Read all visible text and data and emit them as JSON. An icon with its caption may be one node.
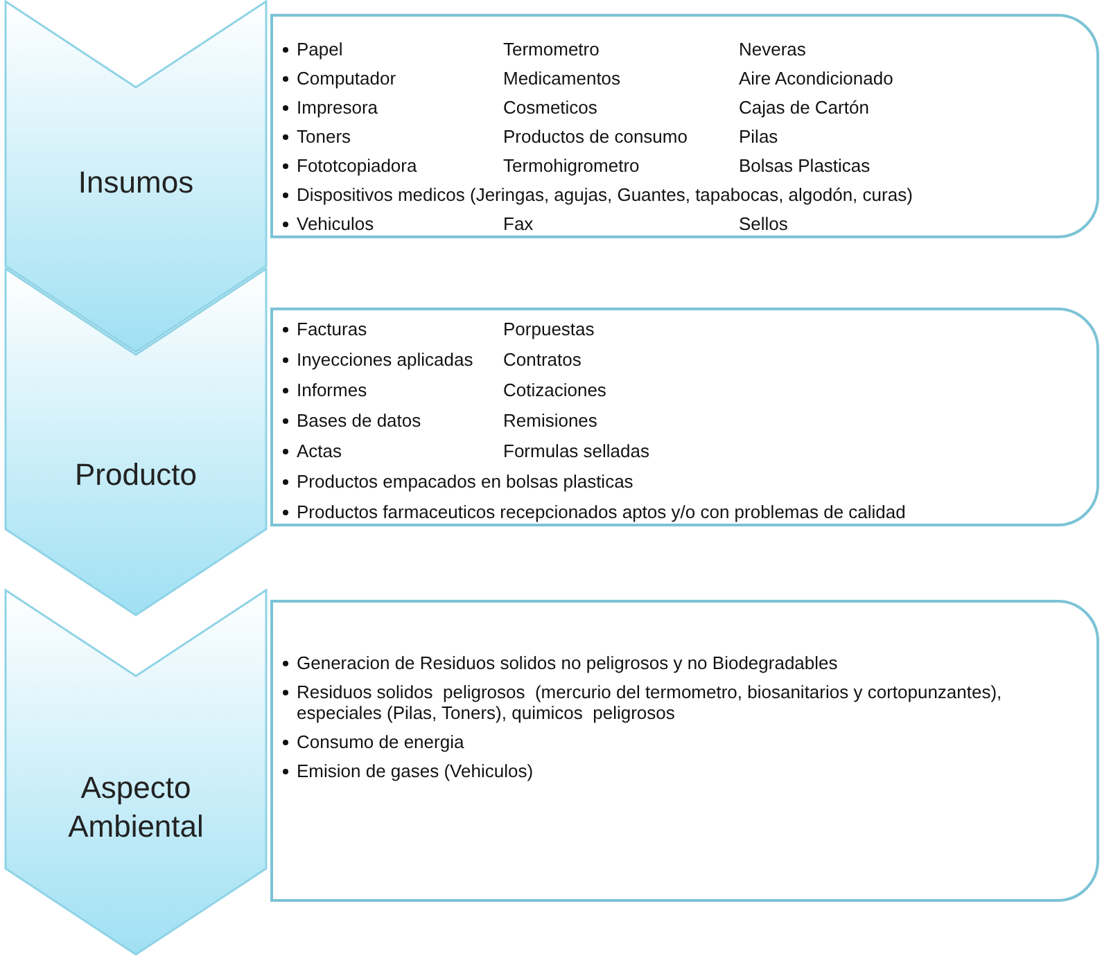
{
  "diagram": {
    "nodes": [
      {
        "text": [
          "Insumos"
        ]
      },
      {
        "text": [
          "Papel",
          "Termometro",
          "Neveras",
          "Computador",
          "Medicamentos",
          "Aire Acondicionado",
          "Impresora",
          "Cosmeticos",
          "Cajas de Cartón",
          "Toners",
          "Productos de consumo",
          "Pilas",
          "Fototcopiadora",
          "Termohigrometro",
          "Bolsas Plasticas",
          "Dispositivos medicos (Jeringas, agujas, Guantes, tapabocas, algodón, curas)",
          "Vehiculos",
          "Fax",
          "Sellos"
        ]
      },
      {
        "text": [
          "Producto"
        ]
      },
      {
        "text": [
          "Facturas",
          "Porpuestas",
          "Inyecciones aplicadas",
          "Contratos",
          "Informes",
          "Cotizaciones",
          "Bases de datos",
          "Remisiones",
          "Actas",
          "Formulas selladas",
          "Productos empacados en bolsas plasticas",
          "Productos farmaceuticos recepcionados aptos y/o con problemas de calidad"
        ]
      },
      {
        "text": [
          "Aspecto Ambiental"
        ]
      },
      {
        "text": [
          "Generacion de Residuos solidos no peligrosos y no Biodegradables",
          "Residuos solidos  peligrosos  (mercurio del termometro, biosanitarios y cortopunzantes), especiales (Pilas, Toners), quimicos  peligrosos",
          "Consumo de energia",
          "Emision de gases (Vehiculos)"
        ]
      }
    ]
  }
}
